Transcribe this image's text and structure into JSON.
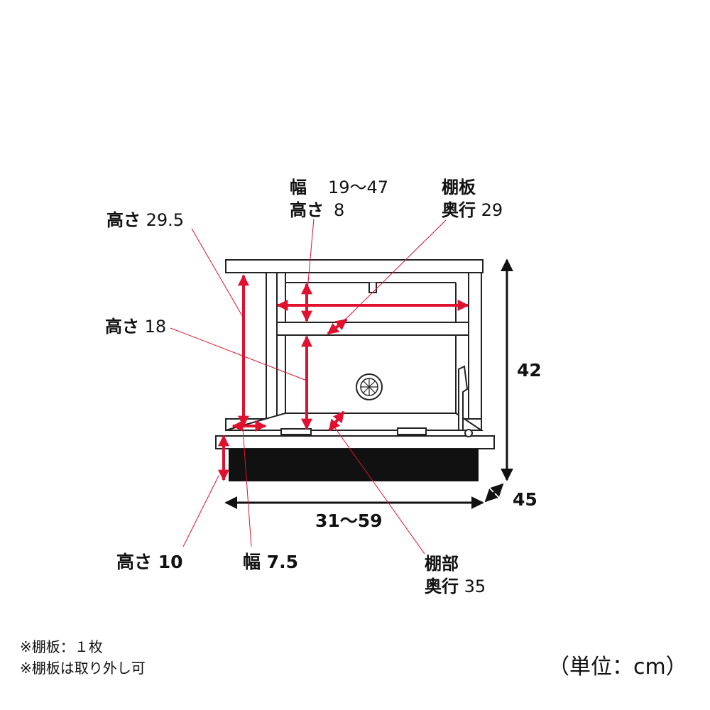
{
  "labels": {
    "width_top": {
      "term": "幅",
      "value": "19～47"
    },
    "height_top": {
      "term": "高さ",
      "value": "8"
    },
    "shelf_board_depth": {
      "line1": "棚板",
      "line2_term": "奥行",
      "value": "29"
    },
    "height_left": {
      "term": "高さ",
      "value": "29.5"
    },
    "height_mid": {
      "term": "高さ",
      "value": "18"
    },
    "total_height": "42",
    "total_depth": "45",
    "total_width": "31～59",
    "height_base": "高さ 10",
    "width_base": "幅 7.5",
    "shelf_section_depth": {
      "line1": "棚部",
      "line2_term": "奥行",
      "value": "35"
    }
  },
  "notes": [
    "※棚板：１枚",
    "※棚板は取り外し可"
  ],
  "unit": "（単位：cm）",
  "colors": {
    "dimension_arrow": "#e0102f",
    "leader_line": "#e0102f",
    "outline": "#222222",
    "base": "#111111"
  }
}
